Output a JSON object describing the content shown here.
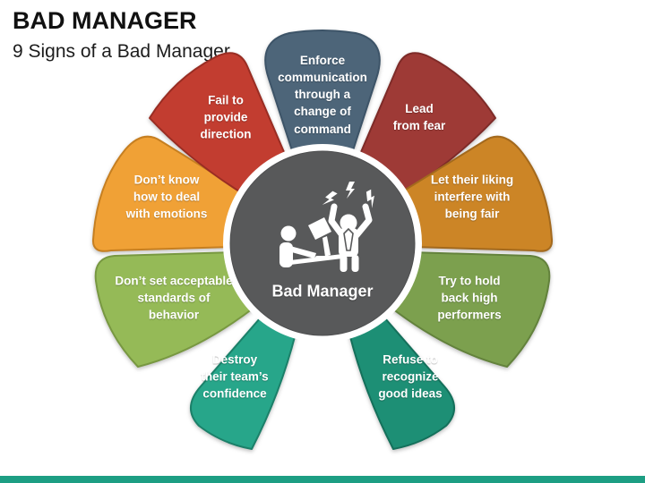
{
  "header": {
    "title": "BAD MANAGER",
    "subtitle": "9 Signs of a Bad Manager"
  },
  "center": {
    "label": "Bad Manager",
    "icon": "angry-manager-at-desk-icon",
    "bg": "#58595a",
    "icon_color": "#ffffff",
    "text_color": "#ffffff"
  },
  "petals": [
    {
      "name": "enforce-communication",
      "label": "Enforce\ncommunication\nthrough a\nchange of\ncommand",
      "fill": "#4d6579",
      "stroke": "#3d5468"
    },
    {
      "name": "lead-from-fear",
      "label": "Lead\nfrom fear",
      "fill": "#9e3a36",
      "stroke": "#7e2b28"
    },
    {
      "name": "liking-interferes-with-fairness",
      "label": "Let their liking\ninterfere with\nbeing fair",
      "fill": "#cc8526",
      "stroke": "#a3691d"
    },
    {
      "name": "hold-back-high-performers",
      "label": "Try to hold\nback high\nperformers",
      "fill": "#7ca04e",
      "stroke": "#63823c"
    },
    {
      "name": "refuse-good-ideas",
      "label": "Refuse to\nrecognize\ngood ideas",
      "fill": "#1d8f75",
      "stroke": "#14705b"
    },
    {
      "name": "destroy-team-confidence",
      "label": "Destroy\ntheir team’s\nconfidence",
      "fill": "#27a68a",
      "stroke": "#1b8069"
    },
    {
      "name": "no-acceptable-standards",
      "label": "Don’t set acceptable\nstandards of\nbehavior",
      "fill": "#95ba57",
      "stroke": "#789841"
    },
    {
      "name": "cant-deal-with-emotions",
      "label": "Don’t know\nhow to deal\nwith emotions",
      "fill": "#f0a136",
      "stroke": "#c67f21"
    },
    {
      "name": "fail-to-provide-direction",
      "label": "Fail to\nprovide\ndirection",
      "fill": "#c23d30",
      "stroke": "#992d23"
    }
  ],
  "footer": {
    "bar_color": "#1d9e83"
  }
}
